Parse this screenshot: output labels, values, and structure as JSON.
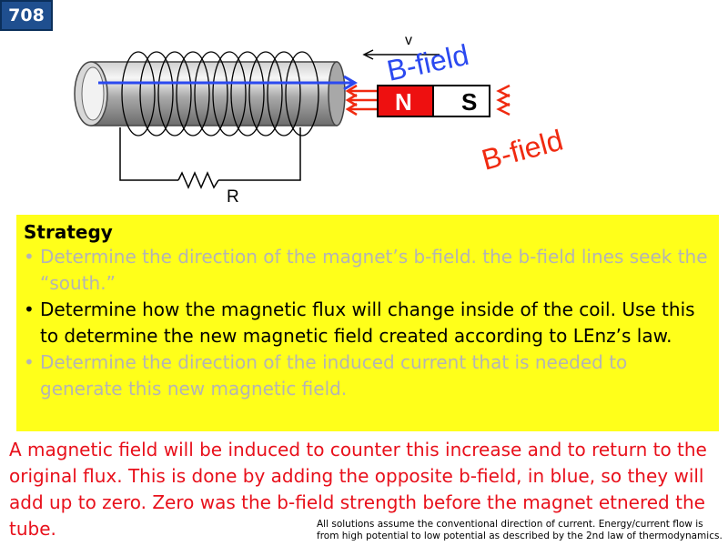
{
  "slide_number": "708",
  "diagram": {
    "velocity_label": "v",
    "magnet_north": "N",
    "magnet_south": "S",
    "field_label_blue": "B-field",
    "field_label_red": "B-field",
    "resistor_label": "R",
    "colors": {
      "induced_field": "#2b49f0",
      "magnet_field": "#f02a10",
      "magnet_north_fill": "#ee1010"
    }
  },
  "strategy": {
    "title": "Strategy",
    "items": [
      {
        "text": "Determine the direction of the magnet’s b-field. the b-field lines seek the “south.”",
        "state": "dim"
      },
      {
        "text": "Determine how the magnetic flux will change inside of the coil. Use this to determine the new magnetic field created according to LEnz’s law.",
        "state": "active"
      },
      {
        "text": "Determine the direction of the induced current that is needed to generate this new magnetic field.",
        "state": "dim"
      }
    ]
  },
  "answer": "A magnetic field will be induced to counter this increase and to return to the original flux. This is done by adding the opposite b-field, in blue, so they will add up to zero. Zero was the b-field strength before the magnet etnered the tube.",
  "footnote": "All solutions assume the conventional direction of current. Energy/current flow is from high potential to low potential as described by the 2nd law of thermodynamics."
}
